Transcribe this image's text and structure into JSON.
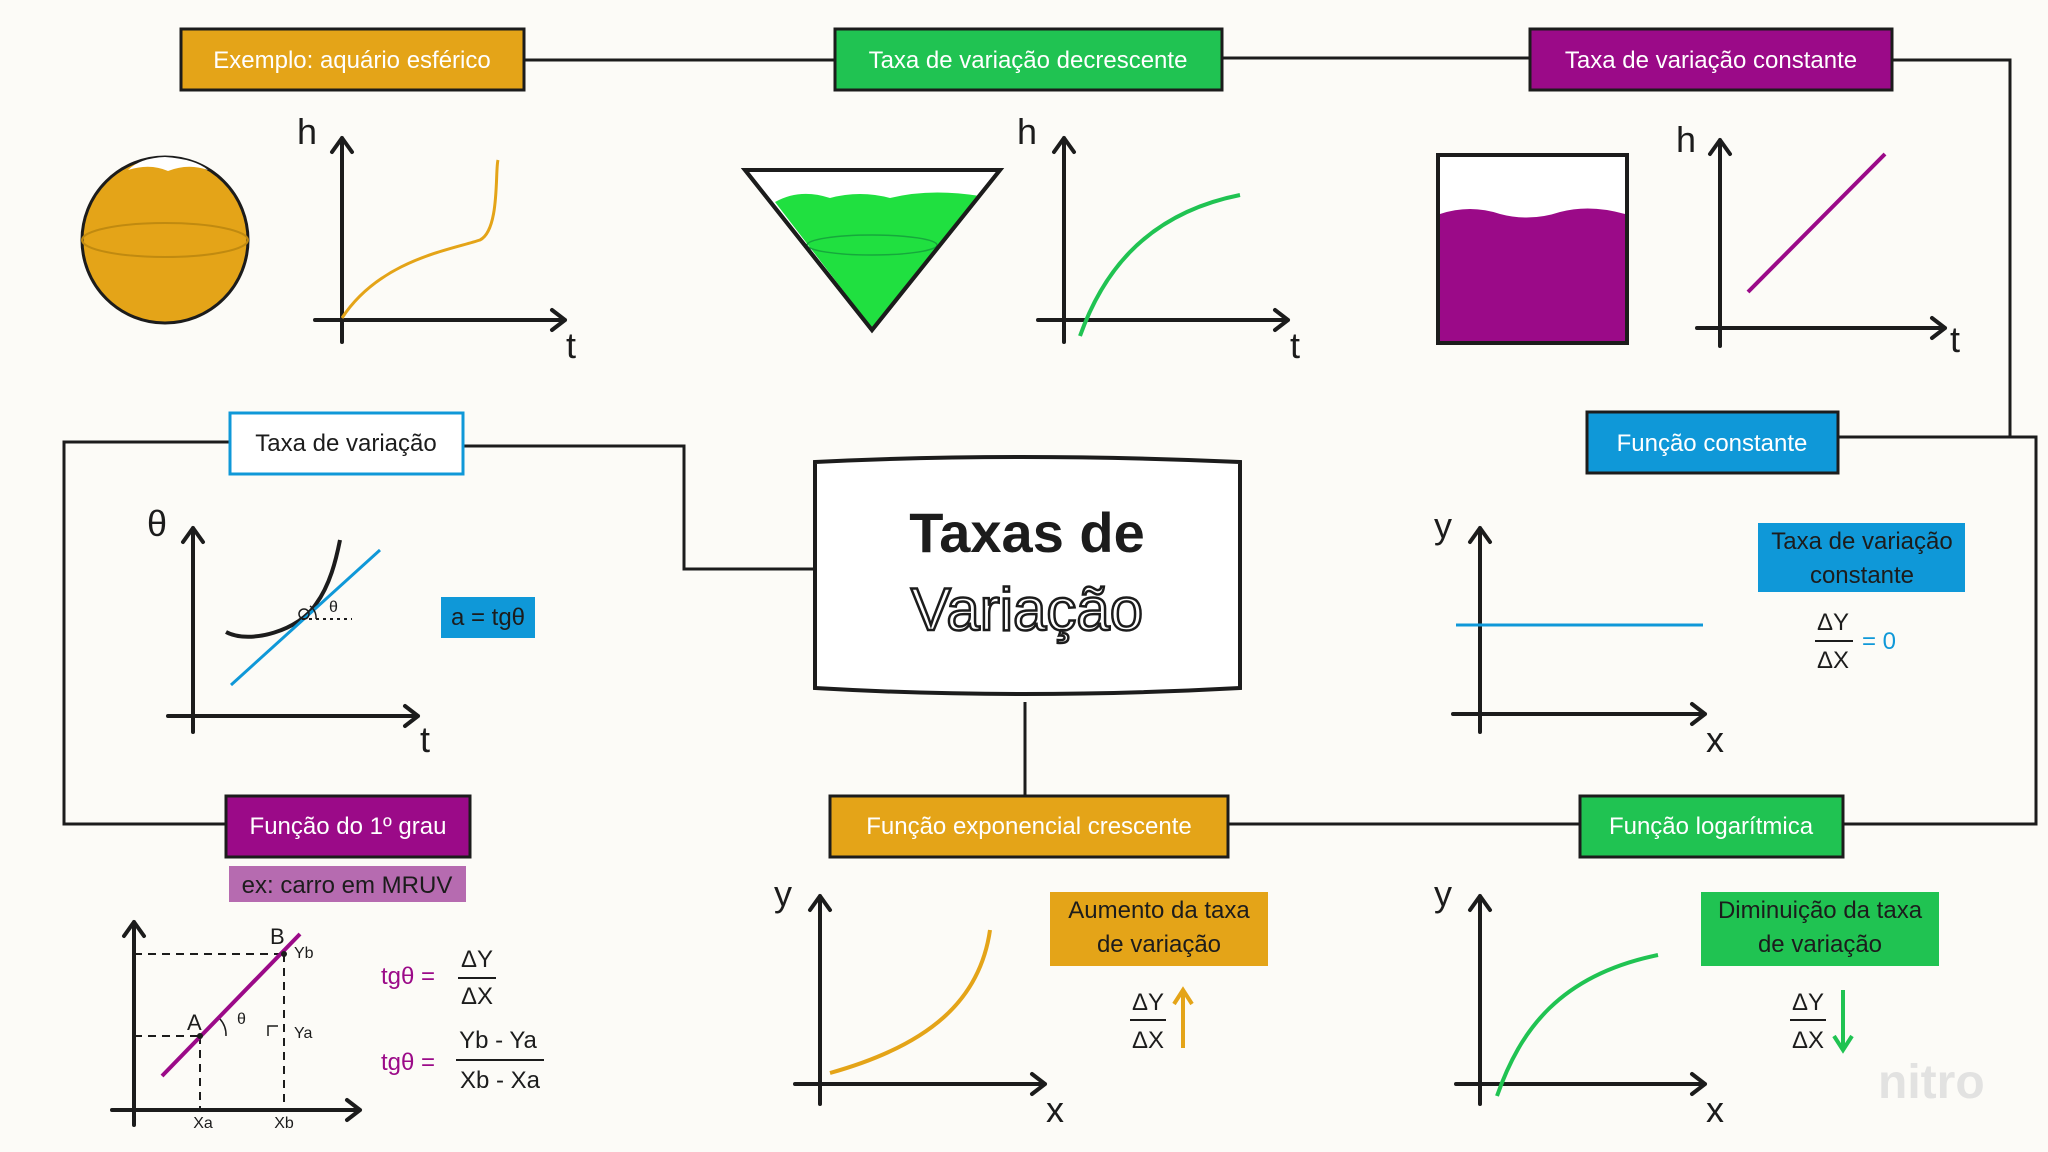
{
  "center": {
    "line1": "Taxas de",
    "line2": "Variação"
  },
  "colors": {
    "orange": "#e4a418",
    "green": "#20c352",
    "purple": "#9b0a88",
    "blue": "#0f98d8",
    "lavender": "#b66bb0",
    "dark": "#1c1c1c"
  },
  "boxes": {
    "aquario": "Exemplo: aquário esférico",
    "decrescente": "Taxa de variação decrescente",
    "constante_taxa": "Taxa de variação constante",
    "taxa_variacao": "Taxa de variação",
    "funcao_constante": "Função constante",
    "funcao_1grau": "Função do 1º grau",
    "ex_carro": "ex: carro em MRUV",
    "exponencial": "Função exponencial crescente",
    "logaritmica": "Função logarítmica"
  },
  "notes": {
    "a_tg": "a = tgθ",
    "const_line1": "Taxa de variação",
    "const_line2": "constante",
    "aumento_line1": "Aumento da taxa",
    "aumento_line2": "de variação",
    "diminuicao_line1": "Diminuição da taxa",
    "diminuicao_line2": "de variação",
    "delta_y": "ΔY",
    "delta_x": "ΔX",
    "equals_zero": "= 0",
    "tg_theta": "tgθ =",
    "yb_minus_ya": "Yb - Ya",
    "xb_minus_xa": "Xb - Xa",
    "point_a": "A",
    "point_b": "B",
    "xa": "Xa",
    "xb": "Xb",
    "ya": "Ya",
    "yb": "Yb",
    "theta": "θ"
  },
  "axes": {
    "h": "h",
    "t": "t",
    "theta": "θ",
    "x": "x",
    "y": "y"
  },
  "watermark": "nitro"
}
